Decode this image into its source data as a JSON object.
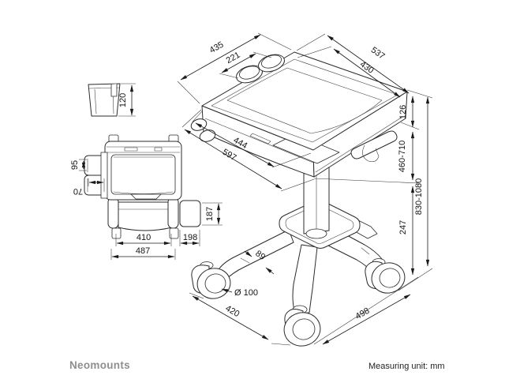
{
  "footer": {
    "brand": "Neomounts",
    "measuring_unit_label": "Measuring unit: mm"
  },
  "dimensions": {
    "cupholder_detail": {
      "height": "120"
    },
    "front_view": {
      "cup_spacing": "95",
      "cup_depth": "70",
      "inner_width": "410",
      "outer_width": "487",
      "rear_tray_depth": "198",
      "rear_tray_height": "187"
    },
    "isometric_view": {
      "top_depth_outer": "435",
      "top_depth_inner": "221",
      "top_width_outer": "537",
      "top_width_inner": "430",
      "worksurface_depth_inner": "444",
      "worksurface_depth_outer": "597",
      "top_section_height": "126",
      "height_adjustment_range": "460-710",
      "overall_height_range": "830-1080",
      "base_height": "247",
      "basket_height": "89",
      "caster_diameter": "Ø 100",
      "base_width": "420",
      "base_depth": "498"
    }
  }
}
